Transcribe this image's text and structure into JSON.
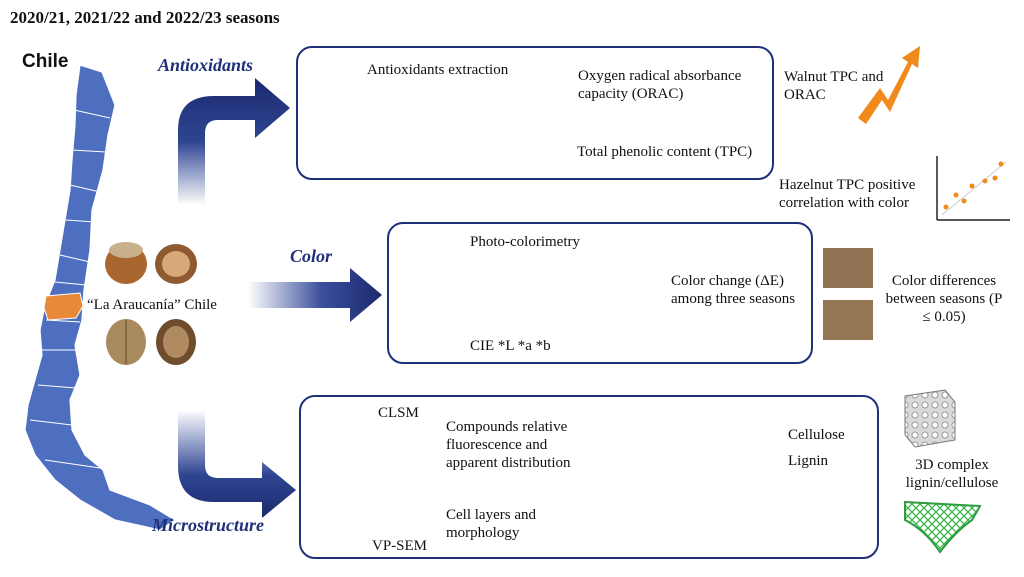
{
  "header": {
    "title": "2020/21, 2021/22 and 2022/23 seasons"
  },
  "map": {
    "country": "Chile",
    "region_label": "“La Araucanía” Chile"
  },
  "antioxidants": {
    "section": "Antioxidants",
    "extraction": "Antioxidants extraction",
    "orac": "Oxygen radical absorbance capacity (ORAC)",
    "tpc": "Total phenolic content (TPC)",
    "result_walnut": "Walnut TPC and ORAC",
    "result_hazelnut": "Hazelnut TPC positive correlation with color"
  },
  "color": {
    "section": "Color",
    "method": "Photo-colorimetry",
    "cie": "CIE *L *a *b",
    "change": "Color change (ΔE) among three seasons",
    "result": "Color differences between seasons (P ≤ 0.05)"
  },
  "microstructure": {
    "section": "Microstructure",
    "clsm": "CLSM",
    "vpsem": "VP-SEM",
    "fluorescence": "Compounds relative fluorescence and apparent distribution",
    "cell_layers": "Cell layers and morphology",
    "cellulose": "Cellulose",
    "lignin": "Lignin",
    "complex": "3D complex lignin/cellulose"
  },
  "colors": {
    "frame": "#1f2f7a",
    "map_fill": "#4e6fc0",
    "region": "#e8893a",
    "trend": "#f08a1c",
    "cellulose_dot": "#e8345a",
    "lignin_dot": "#5ee05a",
    "swatch": "#8f7252"
  }
}
